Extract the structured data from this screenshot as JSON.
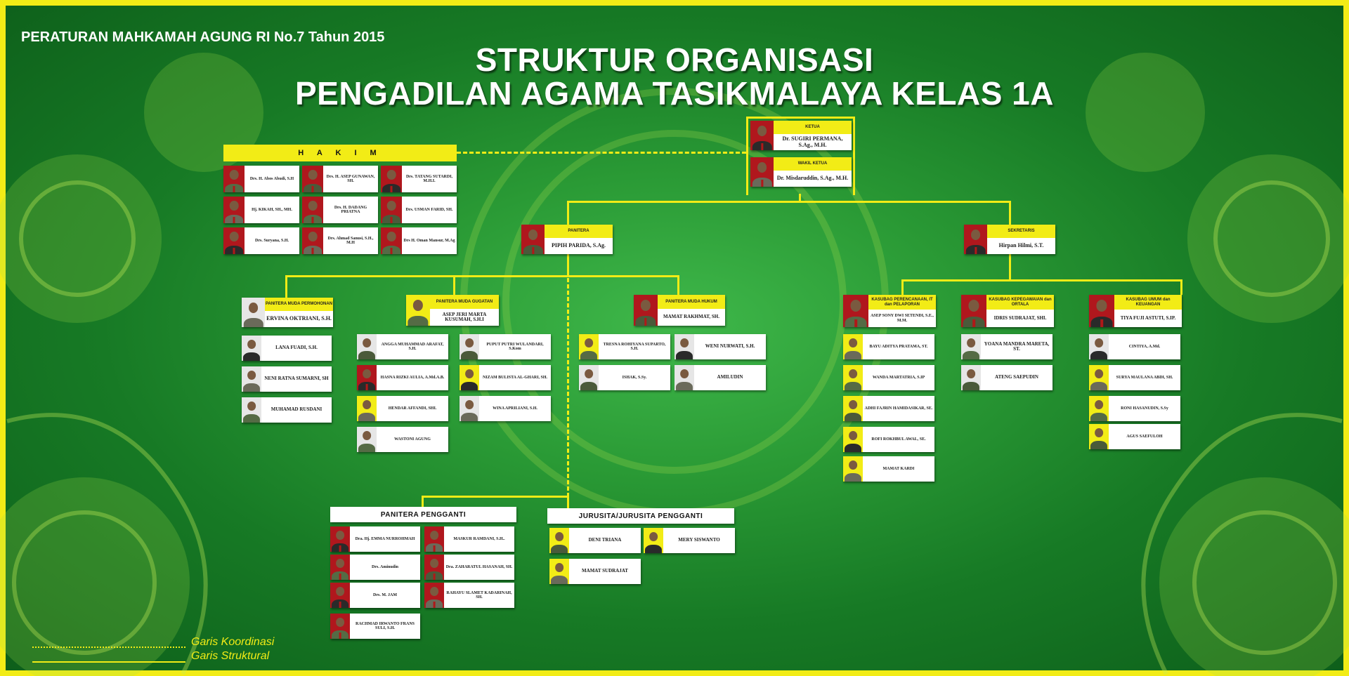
{
  "header": {
    "regulation": "PERATURAN MAHKAMAH AGUNG RI No.7 Tahun 2015",
    "title_line1": "STRUKTUR ORGANISASI",
    "title_line2": "PENGADILAN AGAMA TASIKMALAYA KELAS 1A"
  },
  "legend": {
    "coordination": "Garis Koordinasi",
    "structural": "Garis Struktural"
  },
  "colors": {
    "accent": "#f2ec16",
    "background": "#1f8c2e"
  },
  "hakim": {
    "label": "H A K I M",
    "members": [
      "Drs. H. Abos Abudi, S.H",
      "Drs. H. ASEP GUNAWAN, SH.",
      "Drs. TATANG SUTARDI, M.H.I.",
      "Hj. KIKAH, SH., MH.",
      "Drs. H. DADANG PRIATNA",
      "Drs. USMAN FARID, SH.",
      "Drs. Suryana, S.H.",
      "Drs. Ahmad Sanusi, S.H., M.H",
      "Drs H. Oman Mansur, M.Ag"
    ]
  },
  "pimpinan": [
    {
      "role": "KETUA",
      "name": "Dr. SUGIRI PERMANA, S.Ag., M.H."
    },
    {
      "role": "WAKIL KETUA",
      "name": "Dr. Misdaruddin, S.Ag., M.H."
    }
  ],
  "panitera": {
    "role": "PANITERA",
    "name": "PIPIH PARIDA, S.Ag."
  },
  "sekretaris": {
    "role": "SEKRETARIS",
    "name": "Hirpan Hilmi, S.T."
  },
  "panmud": [
    {
      "role": "PANITERA MUDA PERMOHONAN",
      "name": "ERVINA OKTRIANI, S.H."
    },
    {
      "role": "PANITERA MUDA GUGATAN",
      "name": "ASEP JERI MARTA KUSUMAH, S.H.I"
    },
    {
      "role": "PANITERA MUDA HUKUM",
      "name": "MAMAT RAKHMAT, SH."
    }
  ],
  "staff_permohonan": [
    "LANA FUADI, S.H.",
    "NENI RATNA SUMARNI, SH",
    "MUHAMAD RUSDANI"
  ],
  "staff_gugatan_a": [
    "ANGGA MUHAMMAD ARAFAT, S.H.",
    "HASNA RIZKI AULIA, A.Md.A.B.",
    "HENDAR AFFANDI, SHI.",
    "WASTONI AGUNG"
  ],
  "staff_gugatan_b": [
    "PUPUT PUTRI WULANDARI, S.Kom",
    "NIZAM BULISTA AL-GHARI, SH.",
    "WINA APRILIANI, S.H."
  ],
  "staff_hukum_a": [
    "TRESNA ROHIYANA SUPARTO, S.H.",
    "ISHAK, S.Sy."
  ],
  "staff_hukum_b": [
    "WENI NURWATI, S.H.",
    "AMILUDIN"
  ],
  "kasubag": [
    {
      "role": "KASUBAG PERENCANAAN, IT dan PELAPORAN",
      "name": "ASEP SONY DWI SETENDI, S.E., M.M."
    },
    {
      "role": "KASUBAG KEPEGAWAIAN dan ORTALA",
      "name": "IDRIS SUDRAJAT, SHI."
    },
    {
      "role": "KASUBAG UMUM dan KEUANGAN",
      "name": "TIYA FUJI ASTUTI, S.IP."
    }
  ],
  "staff_perencanaan": [
    "BAYU ADITYA PRATAMA, ST.",
    "WANDA MARTATRIA, S.IP",
    "ADHI FAJRIN HAMIDASIKAR, SE.",
    "ROFI ROKHBUL AWAL, SE.",
    "MAMAT KARDI"
  ],
  "staff_kepegawaian": [
    "YOANA MANDRA MARETA, ST.",
    "ATENG SAEPUDIN"
  ],
  "staff_umum": [
    "CINTIYA, A.Md.",
    "SURYA MAULANA ABDI, SH.",
    "RONI HASANUDIN, S.Sy",
    "AGUS SAEFULOH"
  ],
  "panitera_pengganti": {
    "label": "PANITERA PENGGANTI",
    "members": [
      "Dra. Hj. EMMA NURROHMAH",
      "MASKUR RAMDANI, S.H..",
      "Drs. Aminudin",
      "Dra. ZAHARATUL HASANAH, SH.",
      "Drs. M. JAM",
      "RAHAYU SLAMET KADARINAH, SH.",
      "RACHMAD IRWANTO FRANS SULI, S.H."
    ]
  },
  "jurusita": {
    "label": "JURUSITA/JURUSITA PENGGANTI",
    "members": [
      "DENI TRIANA",
      "MERY SISWANTO",
      "MAMAT SUDRAJAT"
    ]
  }
}
